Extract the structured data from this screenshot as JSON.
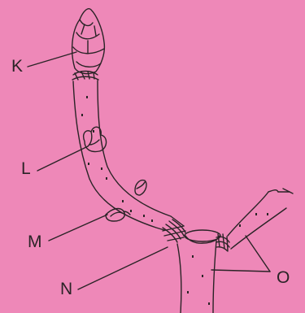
{
  "colors": {
    "background": "#ee88b8",
    "ink": "#2a2326"
  },
  "labels": {
    "k": "K",
    "l": "L",
    "m": "M",
    "n": "N",
    "o": "O"
  }
}
